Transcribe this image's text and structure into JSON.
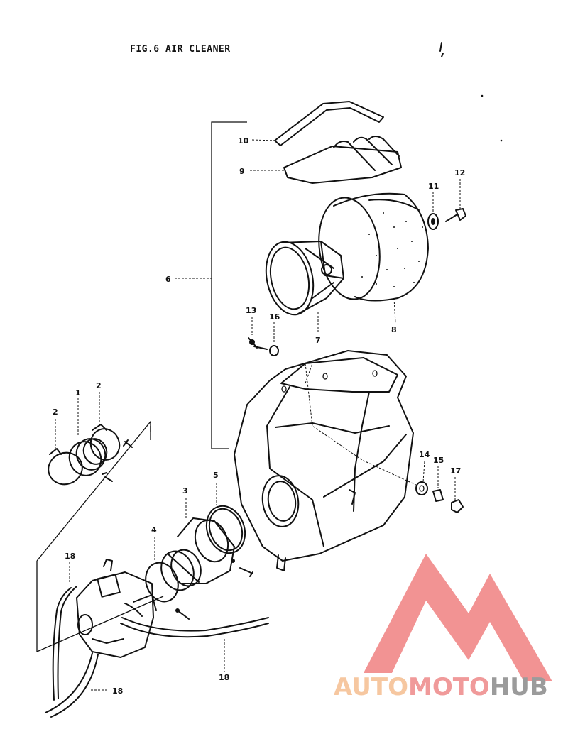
{
  "figure": {
    "title": "FIG.6  AIR CLEANER"
  },
  "callouts": {
    "c1": "1",
    "c2a": "2",
    "c2b": "2",
    "c3": "3",
    "c4": "4",
    "c5": "5",
    "c6": "6",
    "c7": "7",
    "c8": "8",
    "c9": "9",
    "c10": "10",
    "c11": "11",
    "c12": "12",
    "c13": "13",
    "c14": "14",
    "c15": "15",
    "c16": "16",
    "c17": "17",
    "c18a": "18",
    "c18b": "18",
    "c18c": "18"
  },
  "watermark": {
    "part1": "AUTO",
    "part2": "MOTO",
    "part3": "HUB",
    "colors": {
      "auto": "#f6c7a0",
      "moto": "#f09a9a",
      "hub": "#9b9b9b",
      "logo": "#f08080"
    }
  }
}
